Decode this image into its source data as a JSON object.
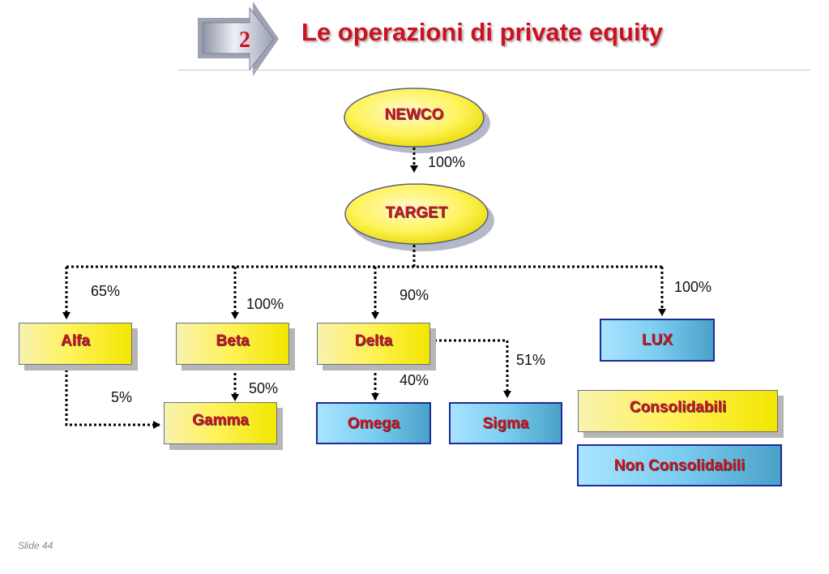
{
  "header": {
    "slide_number": "2",
    "title": "Le operazioni di private equity"
  },
  "nodes": {
    "newco": "NEWCO",
    "target": "TARGET",
    "alfa": "Alfa",
    "beta": "Beta",
    "delta": "Delta",
    "lux": "LUX",
    "gamma": "Gamma",
    "omega": "Omega",
    "sigma": "Sigma"
  },
  "edges": {
    "newco_target": "100%",
    "target_alfa": "65%",
    "target_beta": "100%",
    "target_delta": "90%",
    "target_lux": "100%",
    "delta_sigma": "51%",
    "delta_omega": "40%",
    "beta_gamma": "50%",
    "alfa_gamma": "5%"
  },
  "legend": {
    "consolidated": "Consolidabili",
    "non_consolidated": "Non Consolidabili"
  },
  "colors": {
    "title": "#cc1122",
    "consolidated_fill": "#fff25c",
    "non_consolidated_fill": "#7bcdf0"
  },
  "footer": {
    "slide_label": "Slide 44"
  }
}
